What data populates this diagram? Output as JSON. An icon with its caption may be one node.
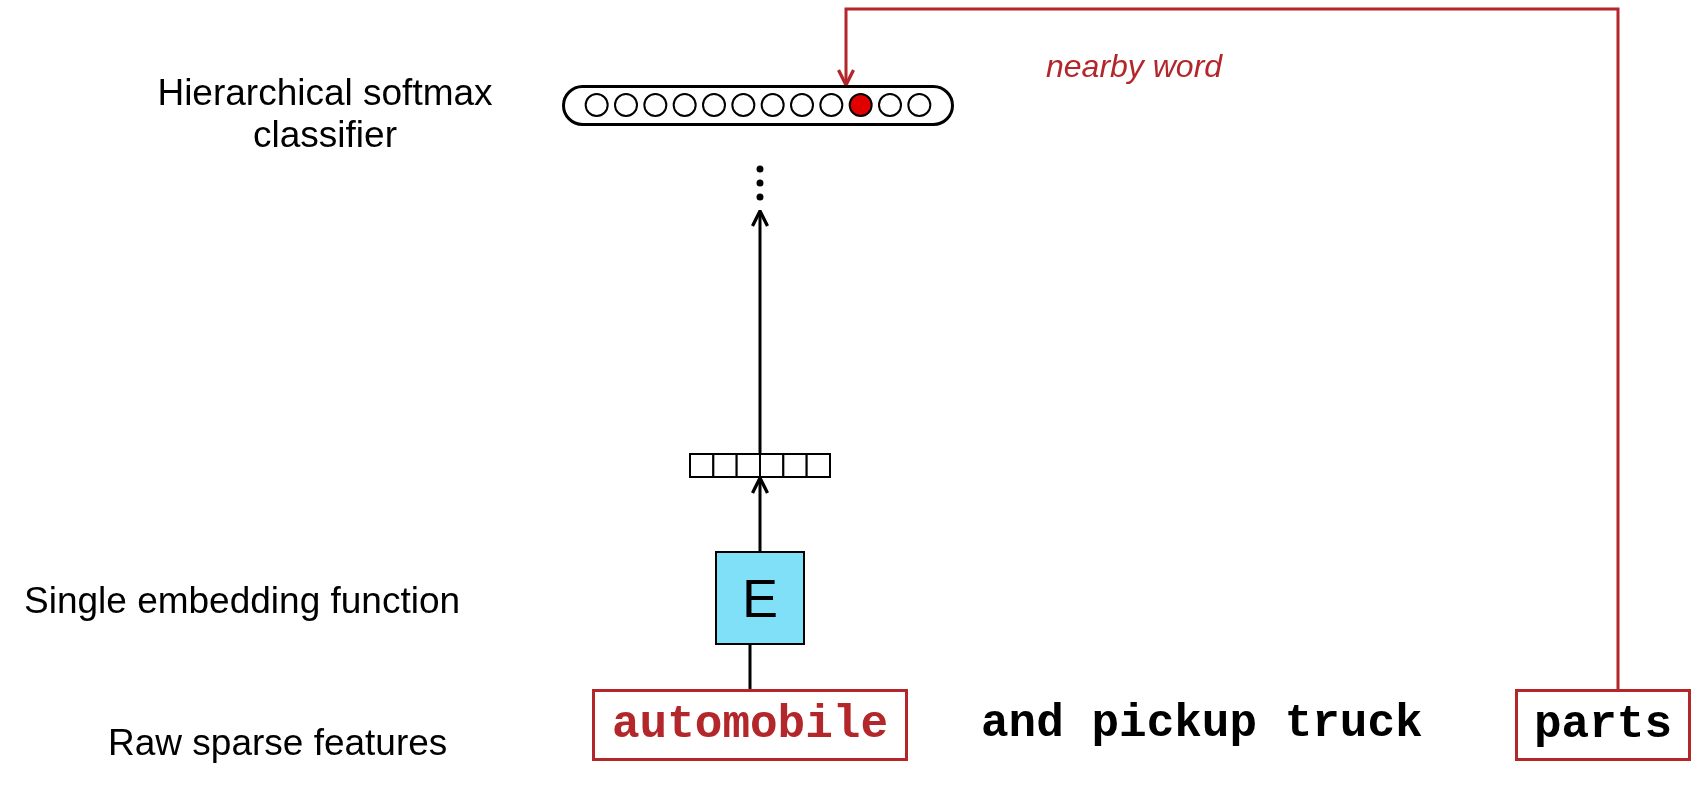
{
  "diagram": {
    "nodes": [
      {
        "text": [],
        "shape": "bar"
      },
      {
        "text": [],
        "shape": "bar"
      },
      {
        "text": [
          "E"
        ]
      },
      {
        "text": [
          "automobile"
        ]
      },
      {
        "text": [
          "parts"
        ]
      }
    ],
    "edges": [
      {
        "from": 3,
        "to": 2,
        "arrow": "none"
      },
      {
        "from": 2,
        "to": 1,
        "arrow": "to"
      },
      {
        "from": 1,
        "to": 0,
        "arrow": "to"
      },
      {
        "from": 4,
        "to": 0,
        "arrow": "to",
        "label": "nearby word",
        "color": "#b3262a"
      }
    ],
    "labels": [
      "Hierarchical softmax classifier",
      "Single embedding function",
      "Raw sparse features",
      "and pickup truck"
    ]
  }
}
